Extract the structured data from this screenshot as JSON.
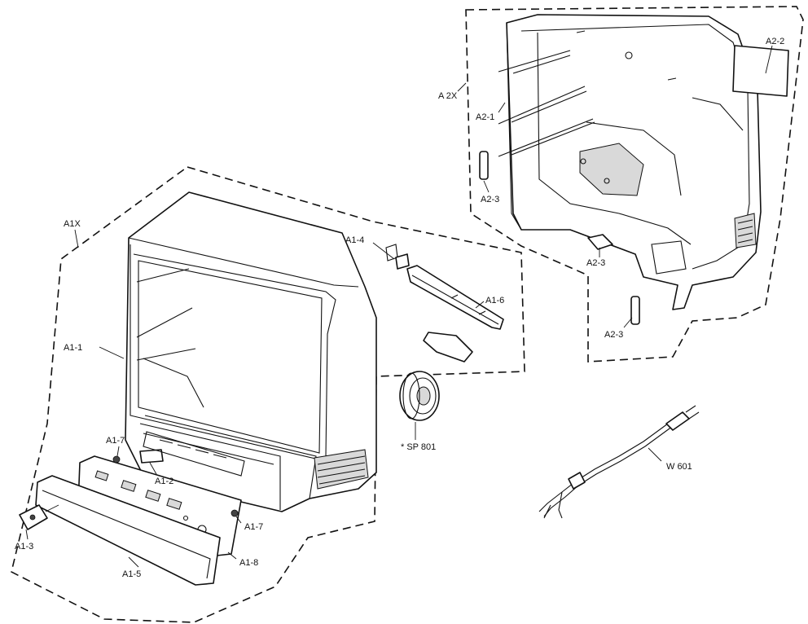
{
  "labels": {
    "a2x": "A 2X",
    "a2_1": "A2-1",
    "a2_2": "A2-2",
    "a2_3_top": "A2-3",
    "a2_3_mid": "A2-3",
    "a2_3_bot": "A2-3",
    "a1x": "A1X",
    "a1_1": "A1-1",
    "a1_2": "A1-2",
    "a1_3": "A1-3",
    "a1_4": "A1-4",
    "a1_5": "A1-5",
    "a1_6": "A1-6",
    "a1_7_left": "A1-7",
    "a1_7_right": "A1-7",
    "a1_8": "A1-8",
    "sp801": "* SP 801",
    "w601": "W 601"
  },
  "colors": {
    "line": "#111111",
    "background": "#ffffff"
  }
}
